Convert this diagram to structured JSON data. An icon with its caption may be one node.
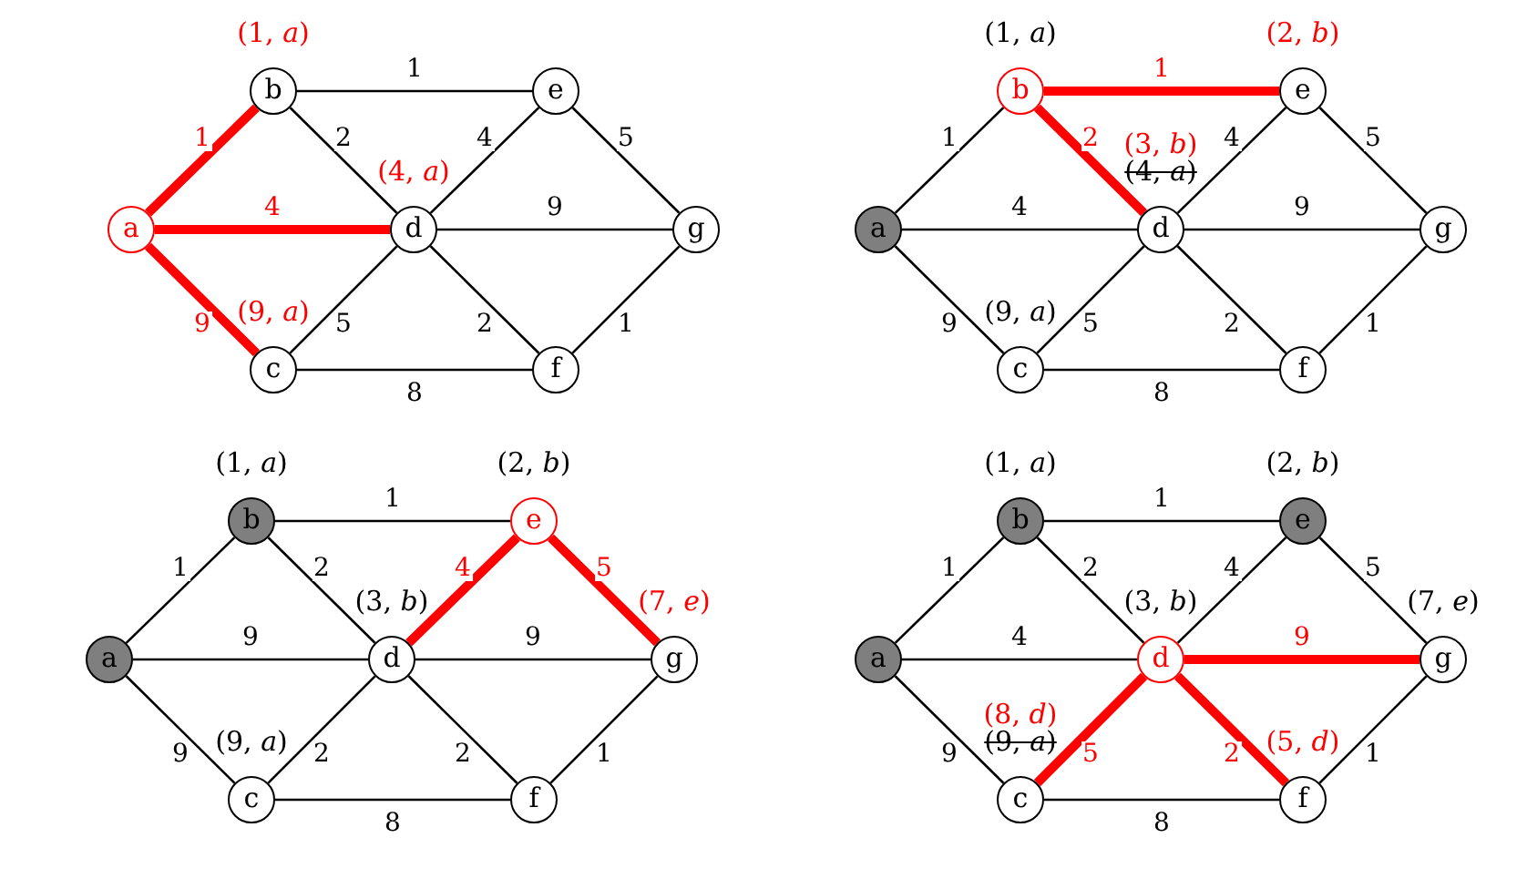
{
  "diagram": {
    "nodes": [
      {
        "text": [
          "b"
        ],
        "beside": [
          "(1, *a*)"
        ]
      },
      {
        "text": [
          "e"
        ]
      },
      {
        "text": [
          "a"
        ]
      },
      {
        "text": [
          "d"
        ],
        "beside": [
          "(4, *a*)"
        ]
      },
      {
        "text": [
          "g"
        ]
      },
      {
        "text": [
          "c"
        ],
        "beside": [
          "(9, *a*)"
        ]
      },
      {
        "text": [
          "f"
        ]
      },
      {
        "text": [
          "b"
        ],
        "beside": [
          "(1, *a*)"
        ]
      },
      {
        "text": [
          "e"
        ],
        "beside": [
          "(2, *b*)"
        ]
      },
      {
        "text": [
          "a"
        ]
      },
      {
        "text": [
          "d"
        ],
        "beside": [
          "(3, *b*)",
          "(4, *a*)"
        ]
      },
      {
        "text": [
          "g"
        ]
      },
      {
        "text": [
          "c"
        ],
        "beside": [
          "(9, *a*)"
        ]
      },
      {
        "text": [
          "f"
        ]
      },
      {
        "text": [
          "b"
        ],
        "beside": [
          "(1, *a*)"
        ]
      },
      {
        "text": [
          "e"
        ],
        "beside": [
          "(2, *b*)"
        ]
      },
      {
        "text": [
          "a"
        ]
      },
      {
        "text": [
          "d"
        ],
        "beside": [
          "(3, *b*)"
        ]
      },
      {
        "text": [
          "g"
        ],
        "beside": [
          "(7, *e*)"
        ]
      },
      {
        "text": [
          "c"
        ],
        "beside": [
          "(9, *a*)"
        ]
      },
      {
        "text": [
          "f"
        ]
      },
      {
        "text": [
          "b"
        ],
        "beside": [
          "(1, *a*)"
        ]
      },
      {
        "text": [
          "e"
        ],
        "beside": [
          "(2, *b*)"
        ]
      },
      {
        "text": [
          "a"
        ]
      },
      {
        "text": [
          "d"
        ],
        "beside": [
          "(3, *b*)"
        ]
      },
      {
        "text": [
          "g"
        ],
        "beside": [
          "(7, *e*)"
        ]
      },
      {
        "text": [
          "c"
        ],
        "beside": [
          "(8, *d*)",
          "(9, *a*)"
        ]
      },
      {
        "text": [
          "f"
        ],
        "beside": [
          "(5, *d*)"
        ]
      }
    ],
    "edges": [
      {
        "from": 2,
        "to": 0,
        "label": "1",
        "arrow": "none",
        "style": "thick",
        "color": "#ff0000"
      },
      {
        "from": 2,
        "to": 3,
        "label": "4",
        "arrow": "none",
        "style": "thick",
        "color": "#ff0000"
      },
      {
        "from": 2,
        "to": 5,
        "label": "9",
        "arrow": "none",
        "style": "thick",
        "color": "#ff0000"
      },
      {
        "from": 0,
        "to": 1,
        "label": "1",
        "arrow": "none"
      },
      {
        "from": 0,
        "to": 3,
        "label": "2",
        "arrow": "none"
      },
      {
        "from": 3,
        "to": 1,
        "label": "4",
        "arrow": "none"
      },
      {
        "from": 1,
        "to": 4,
        "label": "5",
        "arrow": "none"
      },
      {
        "from": 3,
        "to": 4,
        "label": "9",
        "arrow": "none"
      },
      {
        "from": 5,
        "to": 3,
        "label": "5",
        "arrow": "none"
      },
      {
        "from": 3,
        "to": 6,
        "label": "2",
        "arrow": "none"
      },
      {
        "from": 5,
        "to": 6,
        "label": "8",
        "arrow": "none"
      },
      {
        "from": 6,
        "to": 4,
        "label": "1",
        "arrow": "none"
      },
      {
        "from": 9,
        "to": 7,
        "label": "1",
        "arrow": "none"
      },
      {
        "from": 9,
        "to": 10,
        "label": "4",
        "arrow": "none"
      },
      {
        "from": 9,
        "to": 12,
        "label": "9",
        "arrow": "none"
      },
      {
        "from": 7,
        "to": 8,
        "label": "1",
        "arrow": "none",
        "style": "thick",
        "color": "#ff0000"
      },
      {
        "from": 7,
        "to": 10,
        "label": "2",
        "arrow": "none",
        "style": "thick",
        "color": "#ff0000"
      },
      {
        "from": 10,
        "to": 8,
        "label": "4",
        "arrow": "none"
      },
      {
        "from": 8,
        "to": 11,
        "label": "5",
        "arrow": "none"
      },
      {
        "from": 10,
        "to": 11,
        "label": "9",
        "arrow": "none"
      },
      {
        "from": 12,
        "to": 10,
        "label": "5",
        "arrow": "none"
      },
      {
        "from": 10,
        "to": 13,
        "label": "2",
        "arrow": "none"
      },
      {
        "from": 12,
        "to": 13,
        "label": "8",
        "arrow": "none"
      },
      {
        "from": 13,
        "to": 11,
        "label": "1",
        "arrow": "none"
      },
      {
        "from": 16,
        "to": 14,
        "label": "1",
        "arrow": "none"
      },
      {
        "from": 16,
        "to": 17,
        "label": "9",
        "arrow": "none"
      },
      {
        "from": 16,
        "to": 19,
        "label": "9",
        "arrow": "none"
      },
      {
        "from": 14,
        "to": 15,
        "label": "1",
        "arrow": "none"
      },
      {
        "from": 14,
        "to": 17,
        "label": "2",
        "arrow": "none"
      },
      {
        "from": 17,
        "to": 15,
        "label": "4",
        "arrow": "none",
        "style": "thick",
        "color": "#ff0000"
      },
      {
        "from": 15,
        "to": 18,
        "label": "5",
        "arrow": "none",
        "style": "thick",
        "color": "#ff0000"
      },
      {
        "from": 17,
        "to": 18,
        "label": "9",
        "arrow": "none"
      },
      {
        "from": 19,
        "to": 17,
        "label": "2",
        "arrow": "none"
      },
      {
        "from": 17,
        "to": 20,
        "label": "2",
        "arrow": "none"
      },
      {
        "from": 19,
        "to": 20,
        "label": "8",
        "arrow": "none"
      },
      {
        "from": 20,
        "to": 18,
        "label": "1",
        "arrow": "none"
      },
      {
        "from": 23,
        "to": 21,
        "label": "1",
        "arrow": "none"
      },
      {
        "from": 23,
        "to": 24,
        "label": "4",
        "arrow": "none"
      },
      {
        "from": 23,
        "to": 26,
        "label": "9",
        "arrow": "none"
      },
      {
        "from": 21,
        "to": 22,
        "label": "1",
        "arrow": "none"
      },
      {
        "from": 21,
        "to": 24,
        "label": "2",
        "arrow": "none"
      },
      {
        "from": 24,
        "to": 22,
        "label": "4",
        "arrow": "none"
      },
      {
        "from": 22,
        "to": 25,
        "label": "5",
        "arrow": "none"
      },
      {
        "from": 24,
        "to": 25,
        "label": "9",
        "arrow": "none",
        "style": "thick",
        "color": "#ff0000"
      },
      {
        "from": 26,
        "to": 24,
        "label": "5",
        "arrow": "none",
        "style": "thick",
        "color": "#ff0000"
      },
      {
        "from": 24,
        "to": 27,
        "label": "2",
        "arrow": "none",
        "style": "thick",
        "color": "#ff0000"
      },
      {
        "from": 26,
        "to": 27,
        "label": "8",
        "arrow": "none"
      },
      {
        "from": 27,
        "to": 25,
        "label": "1",
        "arrow": "none"
      }
    ]
  }
}
